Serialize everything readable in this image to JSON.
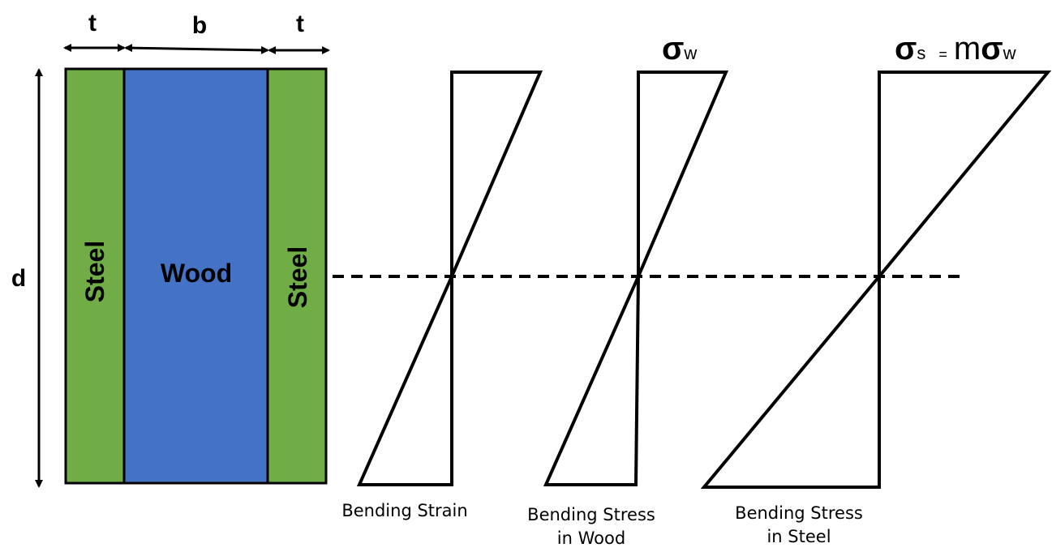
{
  "section": {
    "dimension_t_left": "t",
    "dimension_b": "b",
    "dimension_t_right": "t",
    "dimension_d": "d",
    "left_layer_label": "Steel",
    "center_layer_label": "Wood",
    "right_layer_label": "Steel",
    "steel_color": "#70ad47",
    "wood_color": "#4472c4"
  },
  "diagrams": {
    "strain_caption_line1": "Bending Strain",
    "wood_caption_line1": "Bending Stress",
    "wood_caption_line2": "in Wood",
    "steel_caption_line1": "Bending Stress",
    "steel_caption_line2": "in Steel",
    "wood_top_label_symbol": "σ",
    "wood_top_label_sub": "w",
    "steel_top_label_symbol": "σ",
    "steel_top_label_sub": "s",
    "steel_top_label_eq": "=",
    "steel_top_label_m": "m",
    "steel_top_label_symbol2": "σ",
    "steel_top_label_sub2": "w"
  }
}
